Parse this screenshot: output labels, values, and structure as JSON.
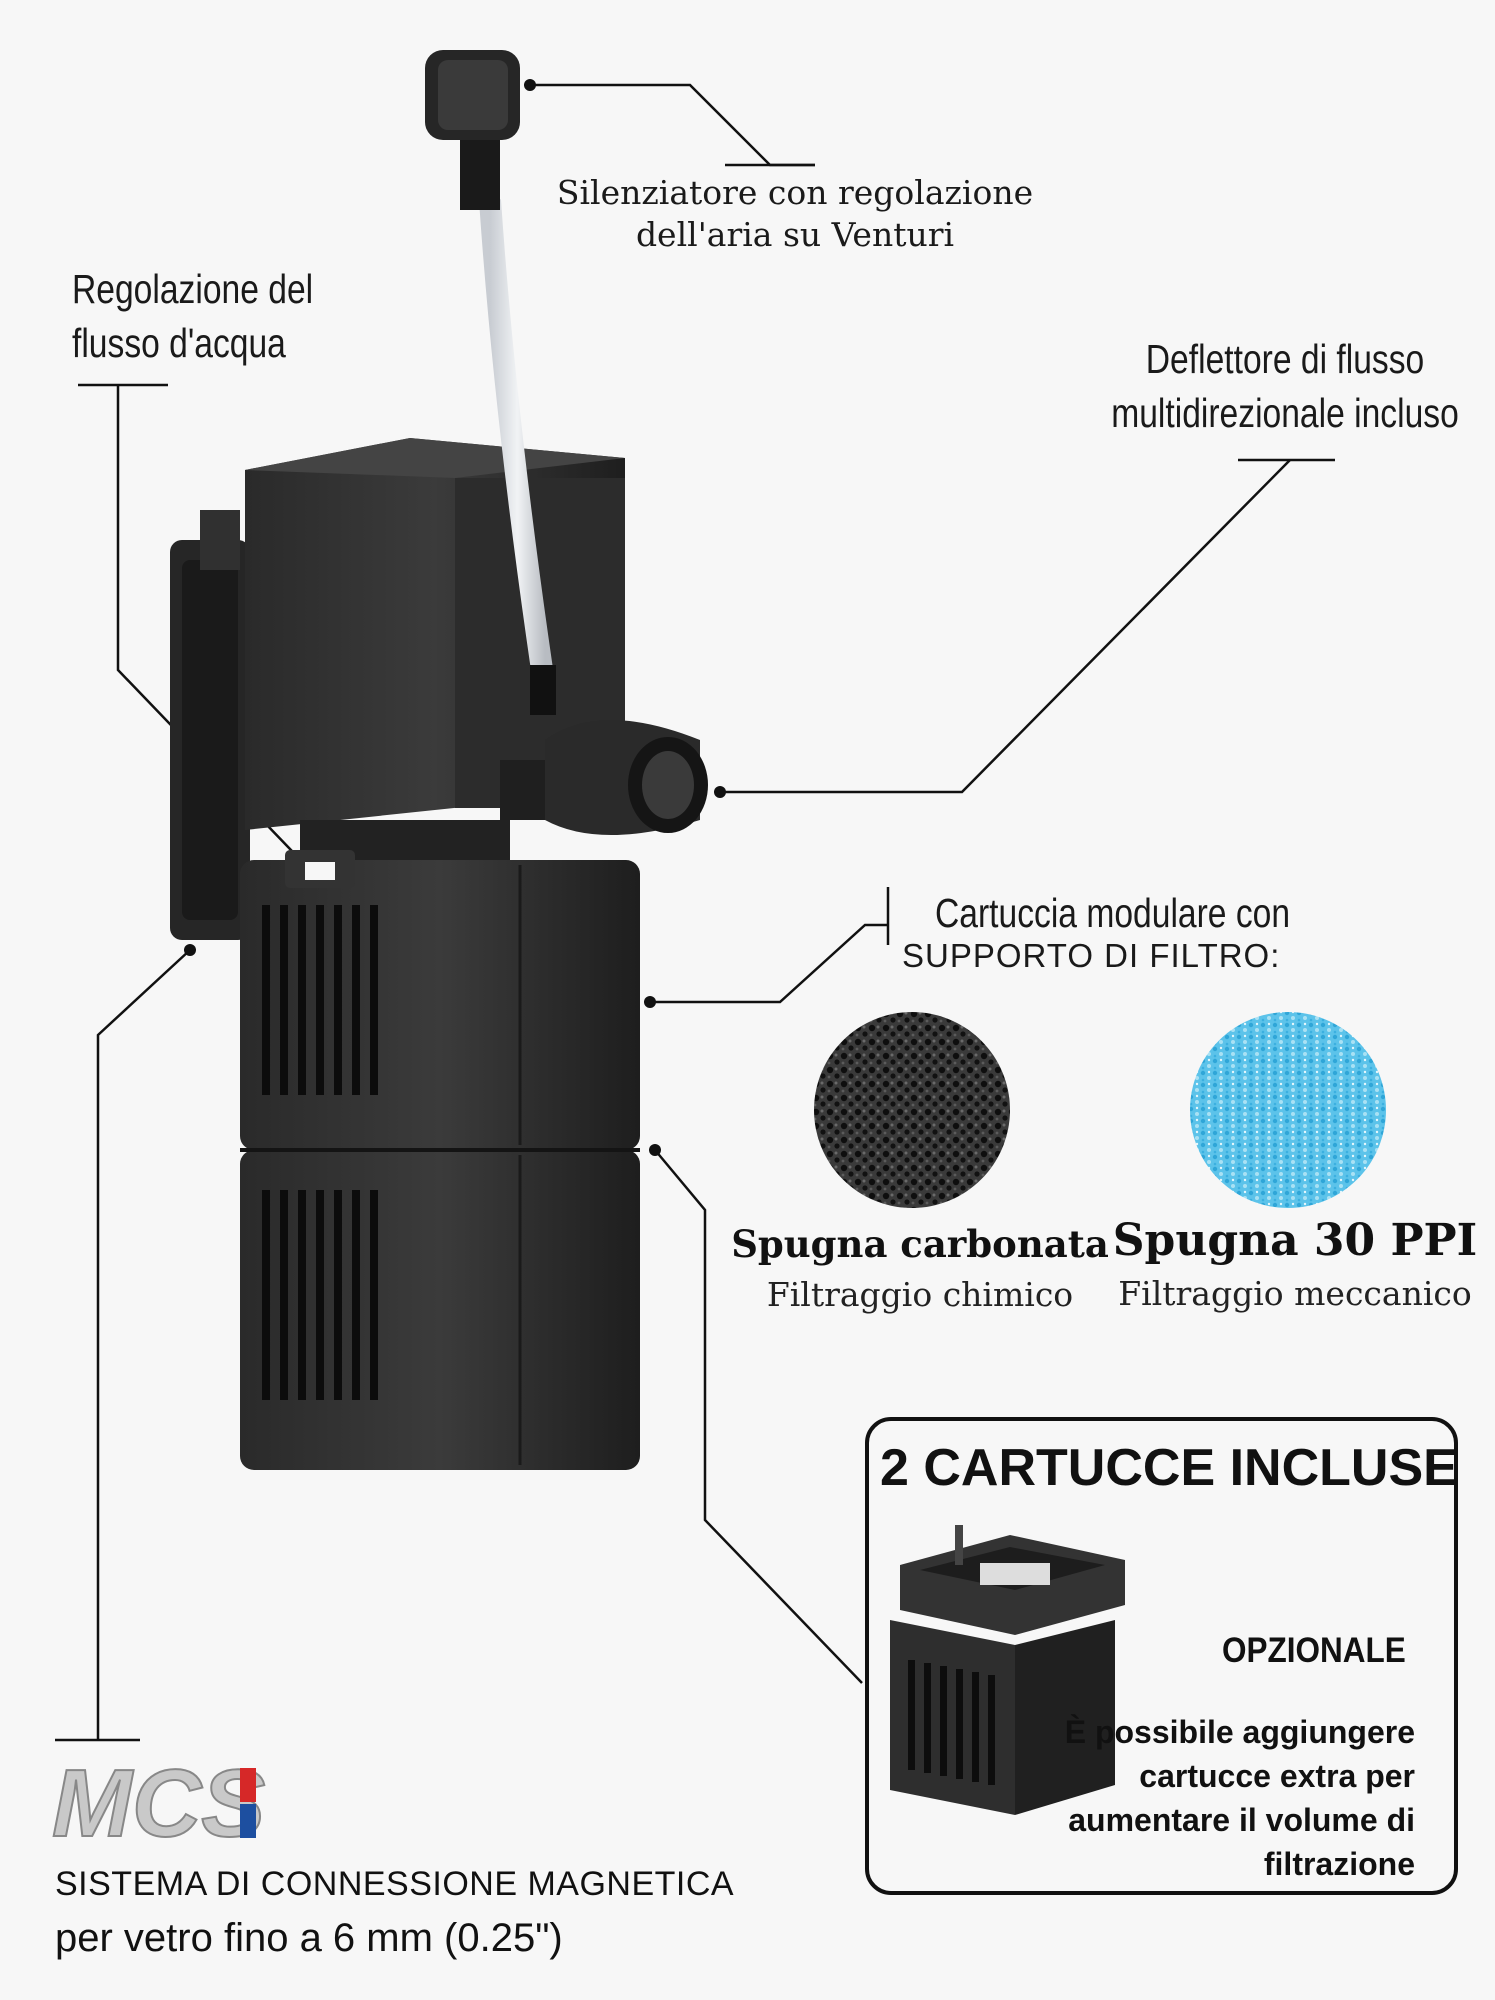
{
  "callouts": {
    "silencer": {
      "line1": "Silenziatore con regolazione",
      "line2": "dell'aria su Venturi"
    },
    "flow_regulation": {
      "line1": "Regolazione del",
      "line2": "flusso d'acqua"
    },
    "deflector": {
      "line1": "Deflettore di flusso",
      "line2": "multidirezionale incluso"
    },
    "cartridge": {
      "line1": "Cartuccia modulare con",
      "line2": "SUPPORTO DI FILTRO:"
    }
  },
  "media": {
    "carbon": {
      "title": "Spugna carbonata",
      "subtitle": "Filtraggio chimico",
      "color": "#2a2a2a"
    },
    "ppi": {
      "title": "Spugna 30 PPI",
      "subtitle": "Filtraggio meccanico",
      "color": "#5cc3ea"
    }
  },
  "box": {
    "title": "2 CARTUCCE INCLUSE",
    "optional_label": "OPZIONALE",
    "desc_lines": [
      "È possibile aggiungere",
      "cartucce extra per",
      "aumentare il volume di",
      "filtrazione"
    ]
  },
  "brand": {
    "logo_text": "MCS",
    "system_label": "SISTEMA DI CONNESSIONE MAGNETICA",
    "glass_note": "per vetro fino a 6 mm (0.25\")",
    "accent_red": "#d62828",
    "accent_blue": "#1d4fa0"
  }
}
